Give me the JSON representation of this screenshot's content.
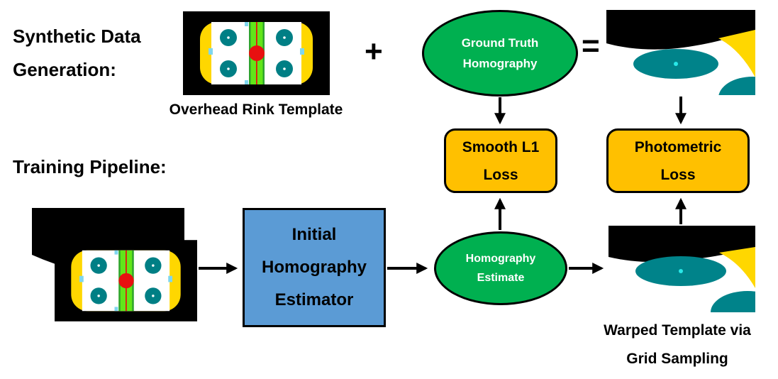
{
  "titles": {
    "synthetic_line1": "Synthetic Data",
    "synthetic_line2": "Generation:",
    "training": "Training Pipeline:"
  },
  "operators": {
    "plus": "+",
    "equals": "="
  },
  "captions": {
    "overhead": "Overhead Rink Template",
    "warped_line1": "Warped Template via",
    "warped_line2": "Grid Sampling"
  },
  "nodes": {
    "ground_truth_homography": {
      "line1": "Ground Truth",
      "line2": "Homography"
    },
    "smooth_l1_loss": {
      "line1": "Smooth L1",
      "line2": "Loss"
    },
    "photometric_loss": {
      "line1": "Photometric",
      "line2": "Loss"
    },
    "initial_homography_estimator": {
      "line1": "Initial",
      "line2": "Homography",
      "line3": "Estimator"
    },
    "homography_estimate": {
      "line1": "Homography",
      "line2": "Estimate"
    }
  },
  "colors": {
    "node_green": "#00B050",
    "node_orange": "#FFC000",
    "node_blue": "#5B9BD5",
    "rink_teal": "#007F85",
    "rink_stripe_green": "#61E619",
    "rink_red": "#E81010",
    "rink_yellow": "#FFD700",
    "rink_cyan": "#7FD6EF",
    "background_black": "#000000"
  }
}
